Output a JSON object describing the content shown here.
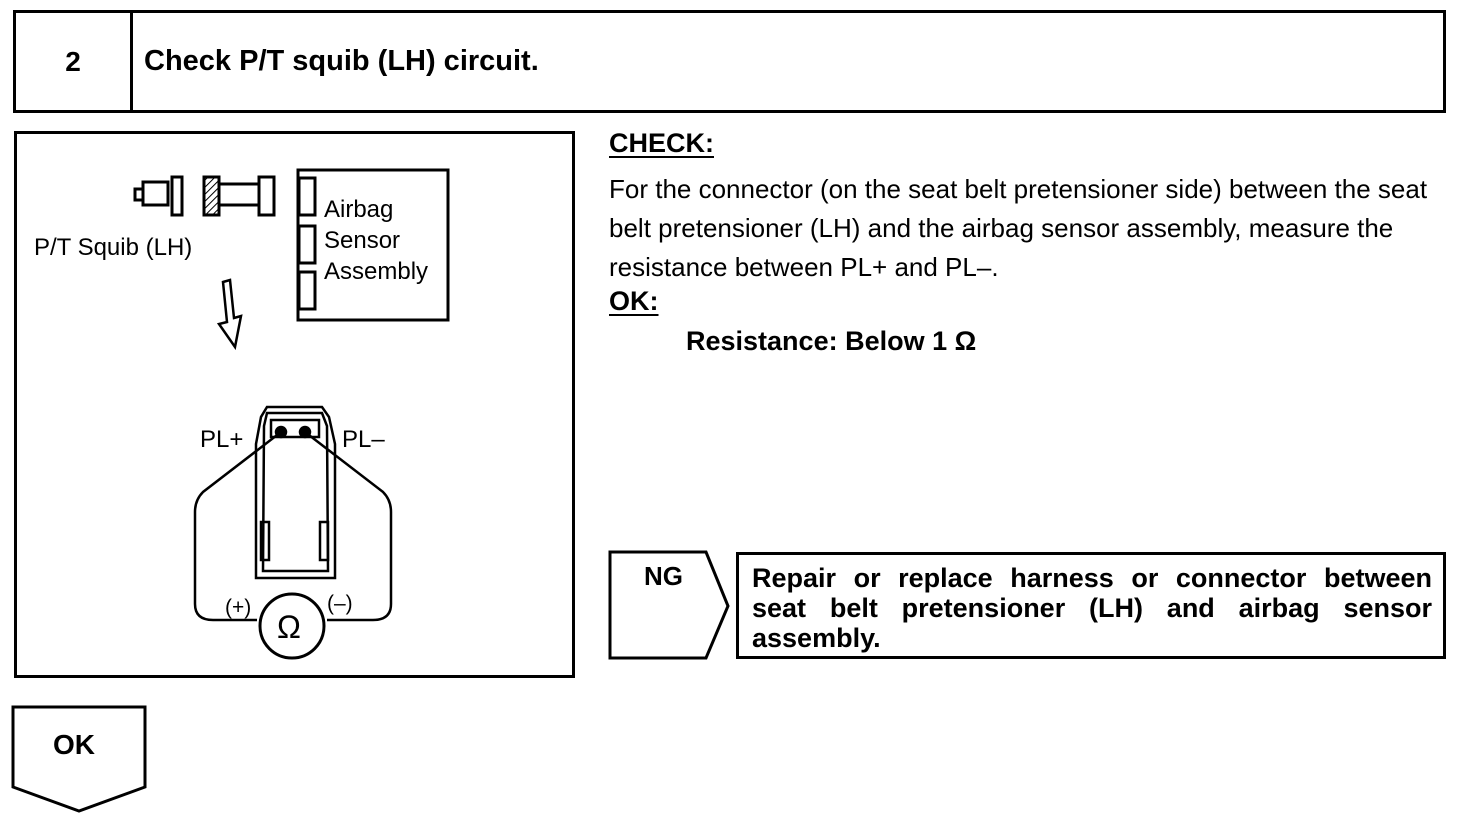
{
  "step": {
    "number": "2",
    "title": "Check P/T squib (LH) circuit."
  },
  "figure": {
    "squib_label": "P/T Squib (LH)",
    "sensor_label": [
      "Airbag",
      "Sensor",
      "Assembly"
    ],
    "pin_plus": "PL+",
    "pin_minus": "PL–",
    "meter_plus": "(+)",
    "meter_minus": "(–)",
    "meter_symbol": "Ω"
  },
  "check": {
    "heading": "CHECK:",
    "body": "For the connector (on the seat belt pretensioner side) between the seat belt pretensioner (LH) and the airbag sensor assembly, measure the resistance between PL+ and PL–."
  },
  "ok": {
    "heading": "OK:",
    "spec": "Resistance: Below 1 Ω"
  },
  "ng": {
    "label": "NG",
    "action": "Repair or replace harness or connector between seat belt pretensioner (LH) and airbag sensor assembly."
  },
  "ok_next": {
    "label": "OK"
  }
}
